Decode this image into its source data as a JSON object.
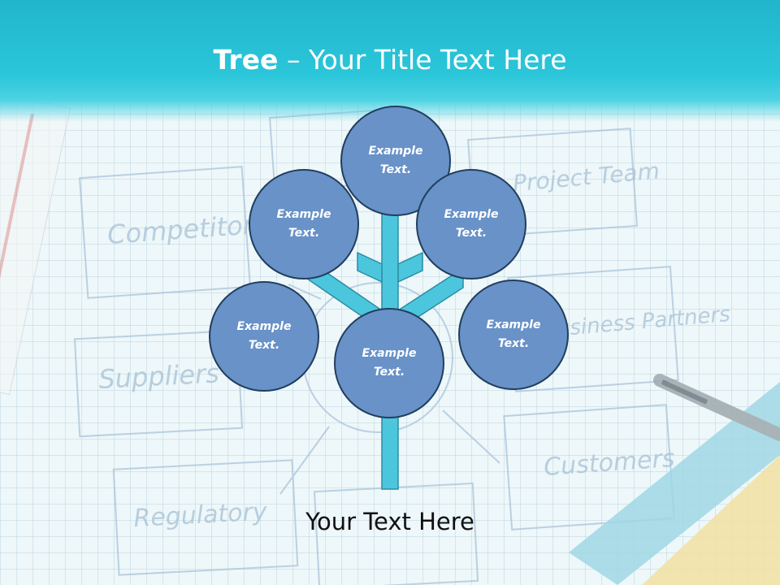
{
  "slide": {
    "title_bold": "Tree",
    "title_rest": " – Your Title Text Here",
    "caption": "Your Text Here",
    "nodes": [
      {
        "id": "top",
        "line1": "Example",
        "line2": "Text."
      },
      {
        "id": "upper-left",
        "line1": "Example",
        "line2": "Text."
      },
      {
        "id": "upper-right",
        "line1": "Example",
        "line2": "Text."
      },
      {
        "id": "middle-left",
        "line1": "Example",
        "line2": "Text."
      },
      {
        "id": "middle-right",
        "line1": "Example",
        "line2": "Text."
      },
      {
        "id": "trunk",
        "line1": "Example",
        "line2": "Text."
      }
    ]
  },
  "background": {
    "labels": [
      "Competitors",
      "Suppliers",
      "Regulatory",
      "Project Team",
      "Business Partners",
      "Customers"
    ]
  },
  "colors": {
    "title_bar": "#2bc6da",
    "circle_fill": "#6892c8",
    "circle_border": "#213e5e",
    "branch_fill": "#4cc6dc",
    "branch_border": "#2a8ea5"
  }
}
